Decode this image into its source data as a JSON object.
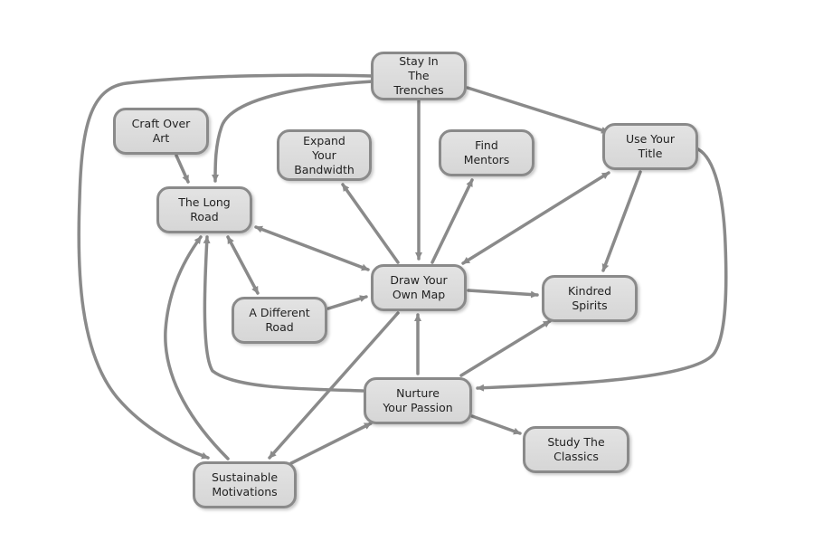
{
  "nodes": {
    "stay_in_trenches": "Stay In\nThe\nTrenches",
    "craft_over_art": "Craft Over\nArt",
    "expand_bandwidth": "Expand\nYour\nBandwidth",
    "find_mentors": "Find\nMentors",
    "use_your_title": "Use Your\nTitle",
    "long_road": "The Long\nRoad",
    "draw_own_map": "Draw Your\nOwn Map",
    "kindred_spirits": "Kindred\nSpirits",
    "different_road": "A Different\nRoad",
    "nurture_passion": "Nurture\nYour Passion",
    "study_classics": "Study The\nClassics",
    "sustainable_motivations": "Sustainable\nMotivations"
  },
  "edges": [
    {
      "from": "stay_in_trenches",
      "to": "long_road"
    },
    {
      "from": "stay_in_trenches",
      "to": "draw_own_map"
    },
    {
      "from": "stay_in_trenches",
      "to": "use_your_title"
    },
    {
      "from": "stay_in_trenches",
      "to": "sustainable_motivations"
    },
    {
      "from": "craft_over_art",
      "to": "long_road"
    },
    {
      "from": "draw_own_map",
      "to": "expand_bandwidth"
    },
    {
      "from": "draw_own_map",
      "to": "find_mentors"
    },
    {
      "from": "draw_own_map",
      "to": "use_your_title",
      "bidirectional": true
    },
    {
      "from": "draw_own_map",
      "to": "long_road",
      "bidirectional": true
    },
    {
      "from": "draw_own_map",
      "to": "kindred_spirits"
    },
    {
      "from": "draw_own_map",
      "to": "sustainable_motivations"
    },
    {
      "from": "use_your_title",
      "to": "kindred_spirits"
    },
    {
      "from": "use_your_title",
      "to": "nurture_passion"
    },
    {
      "from": "long_road",
      "to": "different_road",
      "bidirectional": true
    },
    {
      "from": "different_road",
      "to": "draw_own_map"
    },
    {
      "from": "nurture_passion",
      "to": "draw_own_map"
    },
    {
      "from": "nurture_passion",
      "to": "kindred_spirits"
    },
    {
      "from": "nurture_passion",
      "to": "study_classics"
    },
    {
      "from": "nurture_passion",
      "to": "long_road"
    },
    {
      "from": "sustainable_motivations",
      "to": "long_road"
    },
    {
      "from": "sustainable_motivations",
      "to": "nurture_passion"
    }
  ],
  "colors": {
    "stroke": "#8a8a8a",
    "node_fill": "#dcdcdc",
    "node_border": "#8a8a8a",
    "text": "#222222"
  }
}
